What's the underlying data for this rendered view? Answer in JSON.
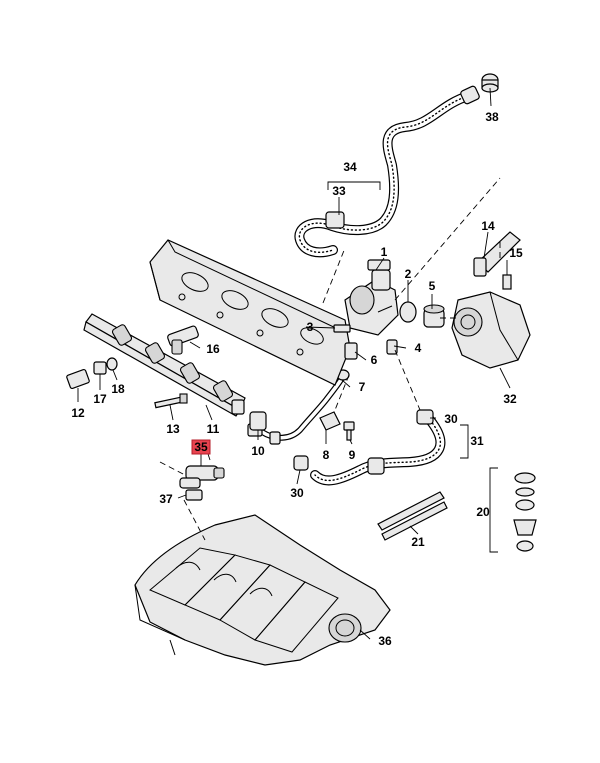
{
  "diagram": {
    "labels": {
      "l1": "1",
      "l2": "2",
      "l3": "3",
      "l4": "4",
      "l5": "5",
      "l6": "6",
      "l7": "7",
      "l8": "8",
      "l9": "9",
      "l10": "10",
      "l11": "11",
      "l12": "12",
      "l13": "13",
      "l14": "14",
      "l15": "15",
      "l16": "16",
      "l17": "17",
      "l18": "18",
      "l20": "20",
      "l21": "21",
      "l30a": "30",
      "l30b": "30",
      "l31": "31",
      "l32": "32",
      "l33": "33",
      "l34": "34",
      "l35": "35",
      "l36": "36",
      "l37": "37",
      "l38": "38"
    },
    "highlighted_label": "35",
    "highlight_color": "#e8434f"
  }
}
